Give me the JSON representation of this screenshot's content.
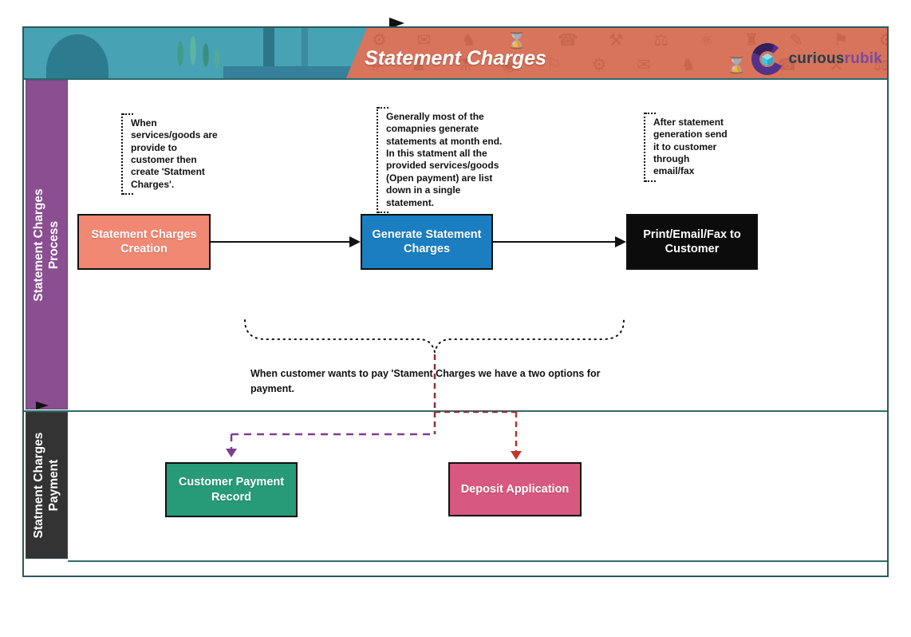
{
  "header": {
    "title": "Statement Charges",
    "icon_row1": "⚙ ✉ ♞ ⌛ ☎ ⚒ ⚖ ⚛ ♜ ✎ ⚑ ⚙ ✉ ♞ ⌛ ☎",
    "icon_row2": "# ♟ ⚗ ◉ ⚐ ⚙ ✉ ♞ ⌛ ☎ ⚒ ⚖ ⚛ ♜ ✎ #",
    "logo": {
      "text_primary": "curious",
      "text_secondary": "rubik"
    },
    "colors": {
      "photo_teal": "#47a2b4",
      "banner_orange": "#d8745c"
    }
  },
  "lanes": [
    {
      "line1": "Statement Charges",
      "line2": "Process",
      "color": "#8a4e91"
    },
    {
      "line1": "Statment Charges",
      "line2": "Payment",
      "color": "#333333"
    }
  ],
  "annotations": [
    {
      "text": "When services/goods are provide to customer then create 'Statment Charges'."
    },
    {
      "text": "Generally most of the comapnies generate statements at month end. In this statment all the provided services/goods (Open payment) are list down in a single statement."
    },
    {
      "text": "After statement generation send it to customer through email/fax"
    }
  ],
  "process_boxes": [
    {
      "label": "Statement Charges Creation",
      "color": "#f08873"
    },
    {
      "label": "Generate Statement Charges",
      "color": "#1b7ec0"
    },
    {
      "label": "Print/Email/Fax to Customer",
      "color": "#0c0c0c"
    }
  ],
  "brace_note": "When customer wants to pay  'Stament Charges we have a two options for payment.",
  "payment_boxes": [
    {
      "label": "Customer Payment Record",
      "color": "#279a77"
    },
    {
      "label": "Deposit Application",
      "color": "#d75880"
    }
  ],
  "connector_colors": {
    "maroon": "#8e3038",
    "red_branch": "#b13430",
    "red_arrow": "#c5352c",
    "purple": "#7d3f8f",
    "black": "#111111"
  }
}
